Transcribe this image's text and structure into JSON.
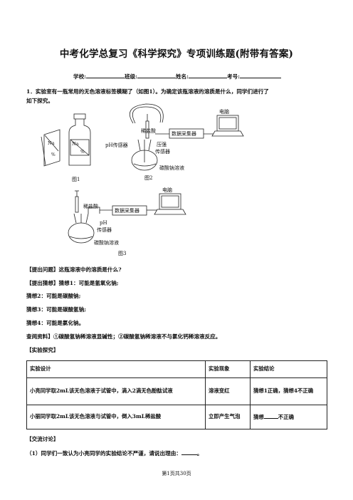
{
  "title": "中考化学总复习《科学探究》专项训练题(附带有答案)",
  "info": {
    "school_label": "学校:",
    "class_label": "班级:",
    "name_label": "姓名:",
    "exam_no_label": "考号:"
  },
  "question1": {
    "line1": "1．实验室有一瓶常用的无色溶液标签模糊了（如图1）。为确定该瓶溶液的溶质是什么，同学们进行了",
    "line2": "如下探究。"
  },
  "figures": {
    "fig1": {
      "caption": "图1",
      "label_left_top": "Na",
      "label_left_bottom": "%",
      "label_right_top": "Na",
      "label_right_bottom": "%"
    },
    "fig2": {
      "caption": "图2",
      "acid": "稀盐酸",
      "ph_sensor": "pH传感器",
      "pressure_sensor_1": "压强",
      "pressure_sensor_2": "传感器",
      "solution": "碳酸钠溶液",
      "collector": "数据采集器",
      "computer": "电脑"
    },
    "fig3": {
      "caption": "图3",
      "acid": "稀盐酸",
      "ph_sensor_1": "pH",
      "ph_sensor_2": "传感器",
      "solution": "碳酸钠溶液",
      "collector": "数据采集器",
      "computer": "电脑"
    }
  },
  "sections": {
    "question_heading": "【提出问题】这瓶溶液中的溶质是什么?",
    "hypothesis_heading": "【提出猜想】猜想1：可能是氢氧化钠;",
    "hypothesis2": "猜想2：可能是碳酸钠;",
    "hypothesis3": "猜想3：可能是碳酸氢钠;",
    "hypothesis4": "猜想4：可能是氯化钠。",
    "reference": "查阅资料】①碳酸氢钠稀溶液显碱性；②碳酸氢钠稀溶液不与氯化钙稀溶液反应。",
    "experiment_heading": "【实验探究】",
    "discussion_heading": "【交流讨论】",
    "discussion_q1_prefix": "（1）同学们一致认为小亮同学的实验结论不严谨，请说出理由：",
    "discussion_q1_suffix": "。"
  },
  "table": {
    "headers": [
      "实验设计",
      "实验现象",
      "实验结论"
    ],
    "rows": [
      [
        "小亮同学取2mL该无色溶液于试管中，滴入2滴无色酚酞试液",
        "溶液变红",
        "猜想1正确，猜想4不正确"
      ],
      [
        "小丽同学取2mL该无色溶液与试管中，倒入3mL稀盐酸",
        "立即产生气泡",
        "猜想",
        "不正确"
      ]
    ]
  },
  "footer": "第1页共30页"
}
